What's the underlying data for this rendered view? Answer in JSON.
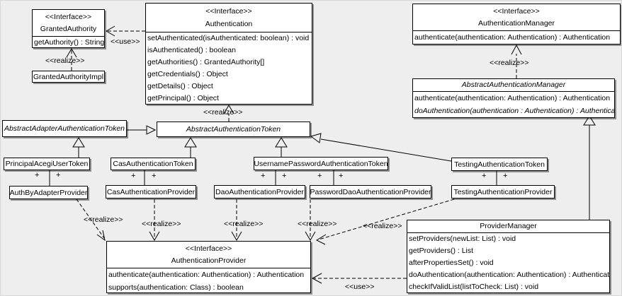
{
  "labels": {
    "realize": "<<realize>>",
    "use": "<<use>>",
    "plus": "+"
  },
  "classes": {
    "granted_authority": {
      "stereotype": "<<Interface>>",
      "name": "GrantedAuthority",
      "methods": [
        "getAuthority() : String"
      ]
    },
    "granted_authority_impl": {
      "name": "GrantedAuthorityImpl"
    },
    "authentication": {
      "stereotype": "<<Interface>>",
      "name": "Authentication",
      "methods": [
        "setAuthenticated(isAuthenticated: boolean) : void",
        "isAuthenticated() : boolean",
        "getAuthorities() : GrantedAuthority[]",
        "getCredentials() : Object",
        "getDetails() : Object",
        "getPrincipal() : Object"
      ]
    },
    "authentication_manager": {
      "stereotype": "<<Interface>>",
      "name": "AuthenticationManager",
      "methods": [
        "authenticate(authentication: Authentication) : Authentication"
      ]
    },
    "abstract_authentication_manager": {
      "name": "AbstractAuthenticationManager",
      "methods": [
        "authenticate(authentication: Authentication) : Authentication",
        "doAuthentication(authentication : Authentication) : Authentication"
      ]
    },
    "abstract_adapter_authentication_token": {
      "name": "AbstractAdapterAuthenticationToken"
    },
    "abstract_authentication_token": {
      "name": "AbstractAuthenticationToken"
    },
    "principal_acegi_user_token": {
      "name": "PrincipalAcegiUserToken"
    },
    "cas_authentication_token": {
      "name": "CasAuthenticationToken"
    },
    "username_password_authentication_token": {
      "name": "UsernamePasswordAuthenticationToken"
    },
    "testing_authentication_token": {
      "name": "TestingAuthenticationToken"
    },
    "auth_by_adapter_provider": {
      "name": "AuthByAdapterProvider"
    },
    "cas_authentication_provider": {
      "name": "CasAuthenticationProvider"
    },
    "dao_authentication_provider": {
      "name": "DaoAuthenticationProvider"
    },
    "password_dao_authentication_provider": {
      "name": "PasswordDaoAuthenticationProvider"
    },
    "testing_authentication_provider": {
      "name": "TestingAuthenticationProvider"
    },
    "authentication_provider": {
      "stereotype": "<<Interface>>",
      "name": "AuthenticationProvider",
      "methods": [
        "authenticate(authentication: Authentication) : Authentication",
        "supports(authentication: Class) : boolean"
      ]
    },
    "provider_manager": {
      "name": "ProviderManager",
      "methods": [
        "setProviders(newList: List) : void",
        "getProviders() : List",
        "afterPropertiesSet() : void",
        "doAuthentication(authentication: Authentication) : Authentication",
        "checkIfValidList(listToCheck: List) : void"
      ]
    }
  },
  "colors": {
    "background": "#eeeeee",
    "box_fill": "#ffffff",
    "line": "#000000"
  }
}
